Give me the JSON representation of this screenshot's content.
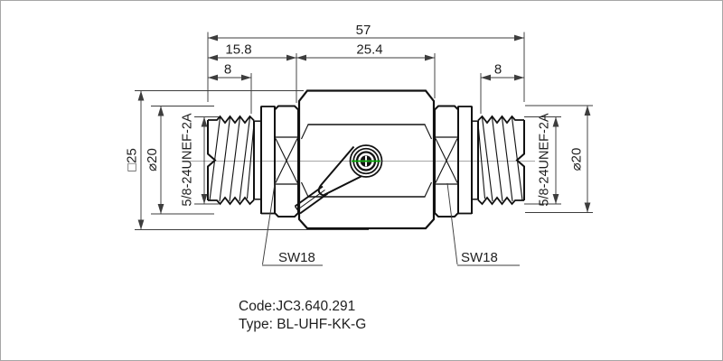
{
  "page": {
    "background": "#ffffff",
    "frame_color": "#a6a6a6"
  },
  "dimensions": {
    "total_length": "57",
    "left_offset": "15.8",
    "body_length": "25.4",
    "left_thread_length": "8",
    "right_thread_length": "8",
    "body_square": "□25",
    "left_diameter": "⌀20",
    "right_diameter": "⌀20",
    "left_thread_spec": "5/8-24UNEF-2A",
    "right_thread_spec": "5/8-24UNEF-2A"
  },
  "labels": {
    "left_wrench": "SW18",
    "right_wrench": "SW18"
  },
  "title_block": {
    "code": "Code:JC3.640.291",
    "type": "Type: BL-UHF-KK-G"
  },
  "colors": {
    "outline": "#111111",
    "dimension": "#3d3d3d",
    "centerline": "#8a8a8a",
    "center_mark": "#00a300"
  }
}
